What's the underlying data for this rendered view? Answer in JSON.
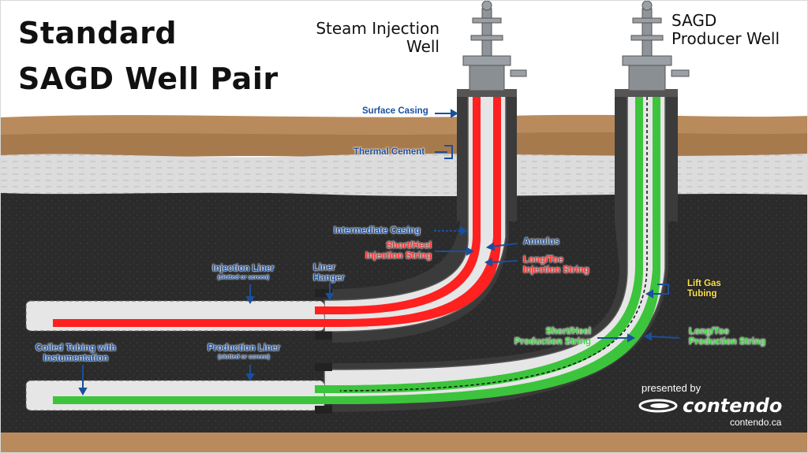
{
  "title": {
    "line1": "Standard",
    "line2": "SAGD Well Pair"
  },
  "injector": {
    "title_line1": "Steam Injection",
    "title_line2": "Well"
  },
  "producer": {
    "title_line1": "SAGD",
    "title_line2": "Producer Well"
  },
  "labels": {
    "surface_casing": "Surface Casing",
    "thermal_cement": "Thermal Cement",
    "intermediate_casing": "Intermediate Casing",
    "annulus": "Annulus",
    "short_heel_injection_1": "Short/Heel",
    "short_heel_injection_2": "Injection String",
    "long_toe_injection_1": "Long/Toe",
    "long_toe_injection_2": "Injection String",
    "injection_liner": "Injection Liner",
    "injection_liner_sub": "(slotted or screen)",
    "liner_hanger_1": "Liner",
    "liner_hanger_2": "Hanger",
    "lift_gas_1": "Lift Gas",
    "lift_gas_2": "Tubing",
    "short_heel_production_1": "Short/Heel",
    "short_heel_production_2": "Production String",
    "long_toe_production_1": "Long/Toe",
    "long_toe_production_2": "Production String",
    "coiled_tubing_1": "Coiled Tubing with",
    "coiled_tubing_2": "Instumentation",
    "production_liner": "Production Liner",
    "production_liner_sub": "(slotted or screen)"
  },
  "brand": {
    "presented_by": "presented by",
    "name": "contendo",
    "url": "contendo.ca"
  },
  "colors": {
    "steam": "#ff2020",
    "production": "#3cc43c",
    "label_blue": "#1b4f9c",
    "formation": "#2a2a2a",
    "soil": "#b98b5c",
    "limestone": "#dcdcdc"
  }
}
